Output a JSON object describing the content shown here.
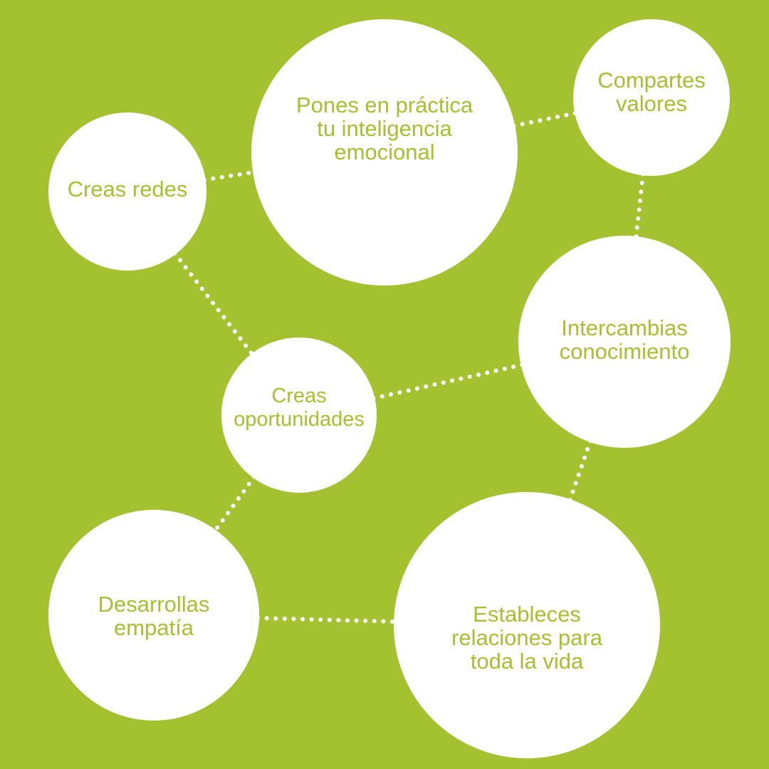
{
  "colors": {
    "background": "#a4c12f",
    "node_fill": "#ffffff",
    "text": "#a4c12f",
    "connector": "#ffffff"
  },
  "nodes": {
    "emocional": {
      "label": "Pones en práctica\ntu inteligencia\nemocional"
    },
    "valores": {
      "label": "Compartes\nvalores"
    },
    "redes": {
      "label": "Creas redes"
    },
    "conocimiento": {
      "label": "Intercambias\nconocimiento"
    },
    "oportunidades": {
      "label": "Creas\noportunidades"
    },
    "empatia": {
      "label": "Desarrollas\nempatía"
    },
    "relaciones": {
      "label": "Estableces\nrelaciones para\ntoda la vida"
    }
  },
  "connections": [
    [
      "redes",
      "emocional"
    ],
    [
      "emocional",
      "valores"
    ],
    [
      "valores",
      "conocimiento"
    ],
    [
      "redes",
      "oportunidades"
    ],
    [
      "oportunidades",
      "conocimiento"
    ],
    [
      "oportunidades",
      "empatia"
    ],
    [
      "conocimiento",
      "relaciones"
    ],
    [
      "empatia",
      "relaciones"
    ]
  ]
}
